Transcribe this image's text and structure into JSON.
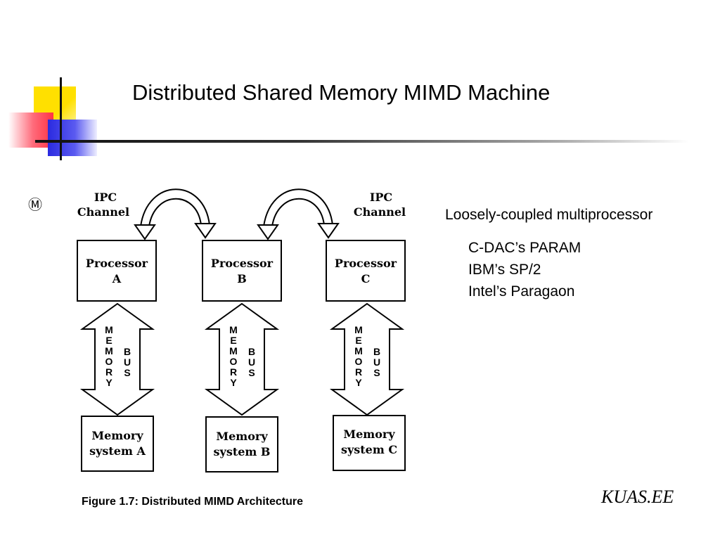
{
  "slide": {
    "title": "Distributed Shared Memory MIMD Machine",
    "bullet_glyph": "Ⓜ",
    "footer": "KUAS.EE"
  },
  "diagram": {
    "ipc_label_line1": "IPC",
    "ipc_label_line2": "Channel",
    "processors": [
      {
        "line1": "Processor",
        "line2": "A"
      },
      {
        "line1": "Processor",
        "line2": "B"
      },
      {
        "line1": "Processor",
        "line2": "C"
      }
    ],
    "bus_letters_left": [
      "M",
      "E",
      "M",
      "O",
      "R",
      "Y"
    ],
    "bus_letters_right": [
      "B",
      "U",
      "S"
    ],
    "memories": [
      {
        "line1": "Memory",
        "line2": "system A"
      },
      {
        "line1": "Memory",
        "line2": "system B"
      },
      {
        "line1": "Memory",
        "line2": "system C"
      }
    ],
    "caption": "Figure 1.7:  Distributed MIMD Architecture"
  },
  "right": {
    "heading": "Loosely-coupled multiprocessor",
    "examples": [
      "C-DAC’s PARAM",
      "IBM’s SP/2",
      "Intel’s Paragaon"
    ]
  }
}
